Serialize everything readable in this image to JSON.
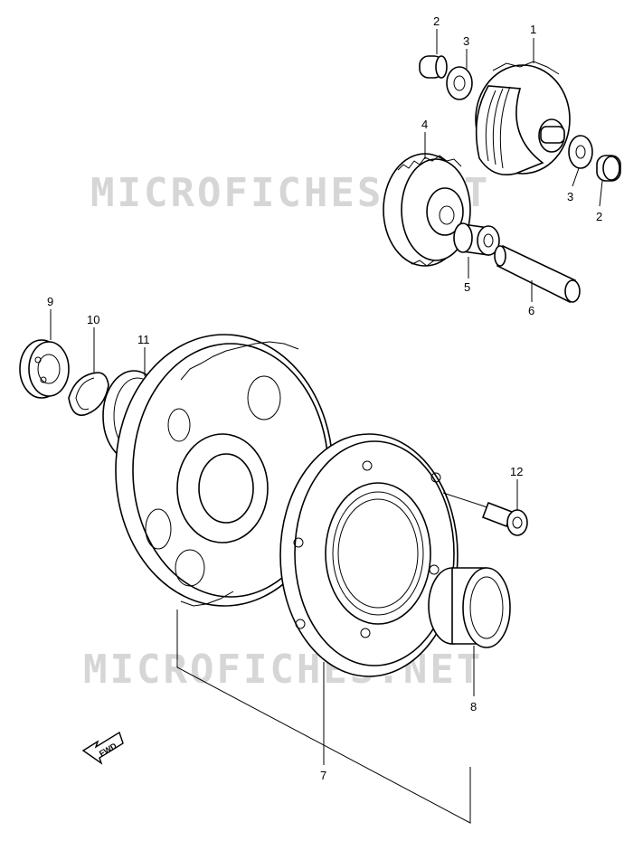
{
  "watermarks": [
    {
      "text": "MICROFICHES.NET"
    },
    {
      "text": "MICROFICHES.NET"
    }
  ],
  "callouts": [
    "1",
    "2",
    "3",
    "2",
    "3",
    "4",
    "5",
    "6",
    "9",
    "10",
    "11",
    "12",
    "8",
    "7"
  ],
  "direction_arrow": {
    "label": "FWD",
    "icon": "fwd-arrow-icon"
  }
}
